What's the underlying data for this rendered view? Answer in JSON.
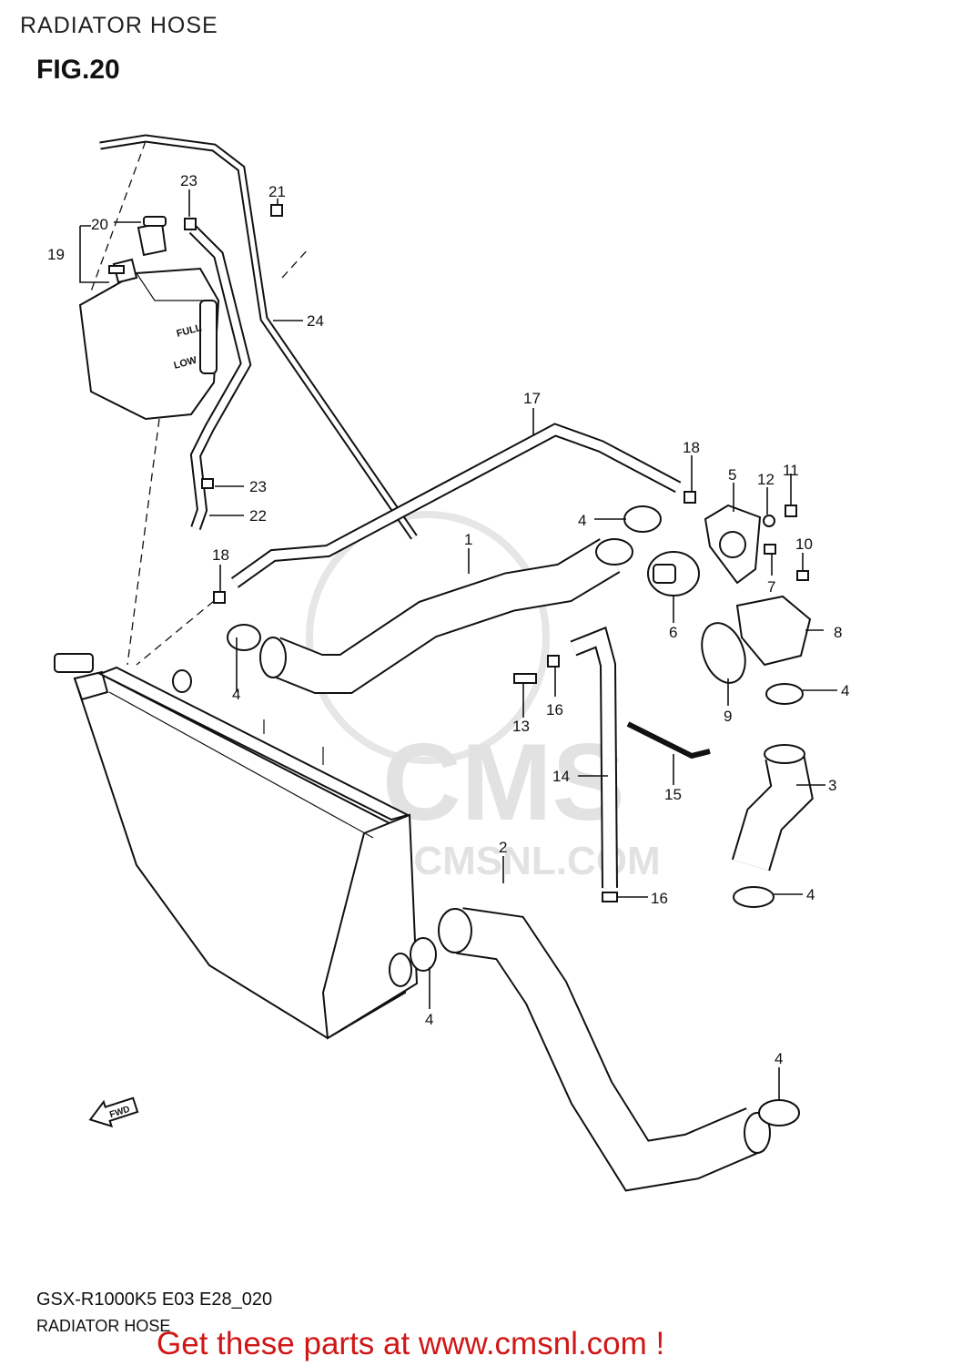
{
  "header": {
    "title": "RADIATOR HOSE",
    "figure": "FIG.20"
  },
  "footer": {
    "model_code": "GSX-R1000K5 E03 E28_020",
    "section_name": "RADIATOR HOSE",
    "promo": "Get these parts at www.cmsnl.com !"
  },
  "watermark": {
    "brand": "CMS",
    "url": "WWW.CMSNL.COM"
  },
  "direction_marker": "FWD",
  "tank_markings": {
    "full": "FULL",
    "low": "LOW"
  },
  "callouts": {
    "c1": "1",
    "c2": "2",
    "c3": "3",
    "c4a": "4",
    "c4b": "4",
    "c4c": "4",
    "c4d": "4",
    "c4e": "4",
    "c4f": "4",
    "c5": "5",
    "c6": "6",
    "c7": "7",
    "c8": "8",
    "c9": "9",
    "c10": "10",
    "c11": "11",
    "c12": "12",
    "c13": "13",
    "c14": "14",
    "c15": "15",
    "c16a": "16",
    "c16b": "16",
    "c17": "17",
    "c18a": "18",
    "c18b": "18",
    "c19": "19",
    "c20": "20",
    "c21": "21",
    "c22": "22",
    "c23a": "23",
    "c23b": "23",
    "c24": "24"
  }
}
